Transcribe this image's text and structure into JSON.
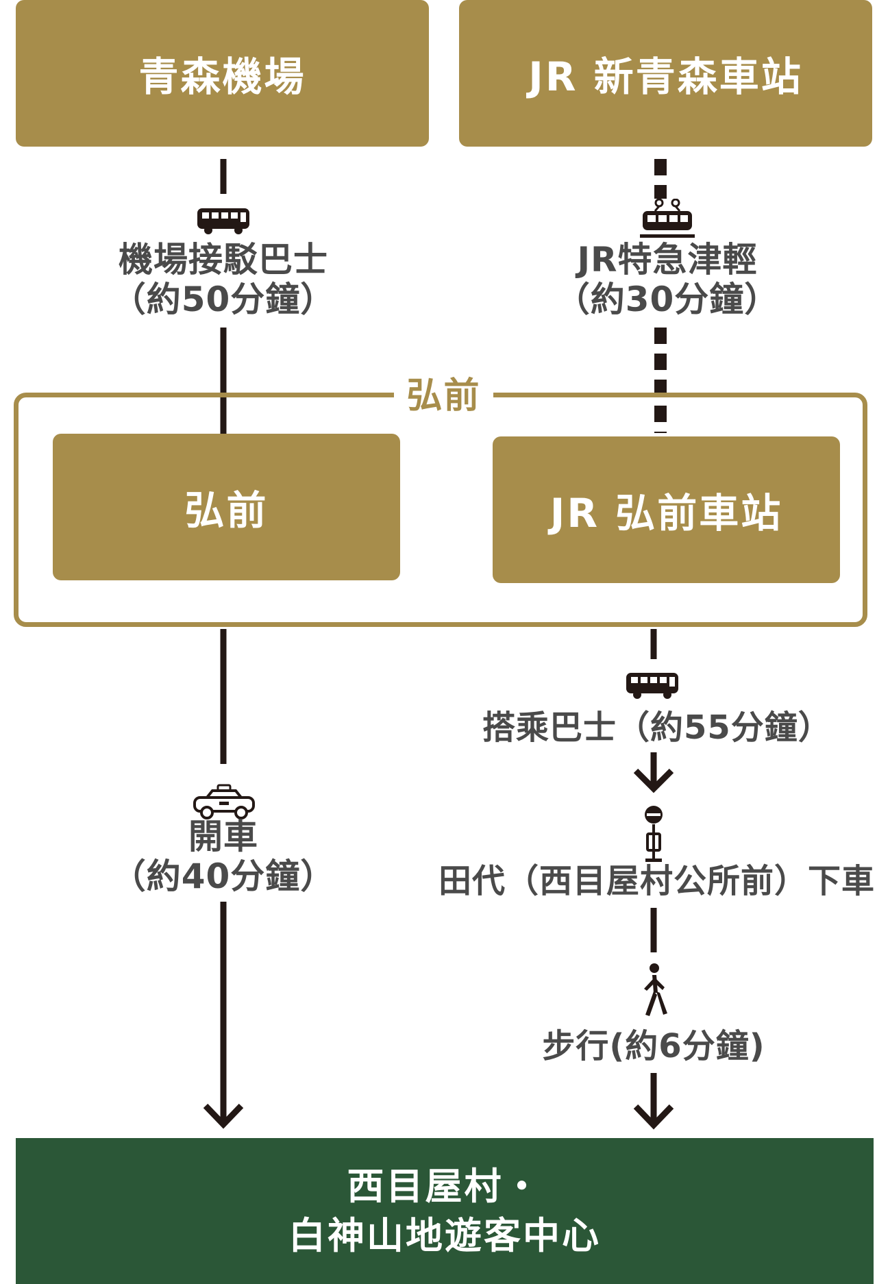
{
  "origins": {
    "airport": "青森機場",
    "station": "JR 新青森車站"
  },
  "routes": {
    "airport_bus": {
      "mode": "機場接駁巴士",
      "time": "（約50分鐘）",
      "icon": "bus-icon"
    },
    "express_train": {
      "mode": "JR特急津輕",
      "time": "（約30分鐘）",
      "icon": "train-icon"
    }
  },
  "hirosaki": {
    "area_label": "弘前",
    "city": "弘前",
    "station": "JR 弘前車站"
  },
  "left_route": {
    "mode": "開車",
    "time": "（約40分鐘）",
    "icon": "car-icon"
  },
  "right_route": {
    "bus": "搭乘巴士（約55分鐘）",
    "bus_icon": "bus-icon",
    "stop_icon": "bus-stop-icon",
    "stop": "田代（西目屋村公所前）下車",
    "walk": "步行(約6分鐘)",
    "walk_icon": "walking-person-icon"
  },
  "destination": {
    "line1": "西目屋村・",
    "line2": "白神山地遊客中心"
  },
  "colors": {
    "gold": "#a78d4b",
    "green": "#2b5737",
    "arrow": "#231815",
    "text": "#4a4a4a"
  }
}
